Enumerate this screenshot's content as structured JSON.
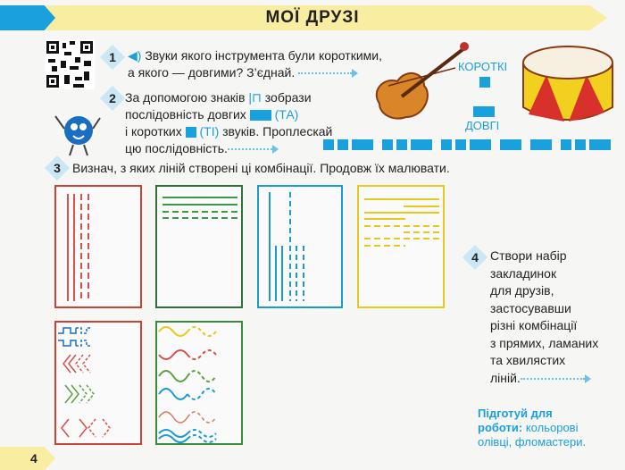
{
  "header": {
    "title": "МОЇ ДРУЗІ"
  },
  "task1": {
    "number": "1",
    "line1": "Звуки якого інструмента були короткими,",
    "line2": "а якого — довгими? З’єднай."
  },
  "labels": {
    "short": "КОРОТКІ",
    "long": "ДОВГІ"
  },
  "task2": {
    "number": "2",
    "l1a": "За допомогою знаків",
    "l1b": "зобрази",
    "l2a": "послідовність довгих",
    "l2b": "(ТА)",
    "l3a": "і коротких",
    "l3b": "(ТІ)",
    "l3c": "звуків. Проплескай",
    "l4": "цю послідовність."
  },
  "sequence": [
    "short",
    "short",
    "long",
    "short",
    "short",
    "long",
    "short",
    "short",
    "long",
    "long",
    "long",
    "short",
    "short",
    "long"
  ],
  "task3": {
    "number": "3",
    "text": "Визнач, з яких ліній створені ці комбінації. Продовж їх малювати."
  },
  "task4": {
    "number": "4",
    "lines": [
      "Створи набір",
      "закладинок",
      "для друзів,",
      "застосувавши",
      "різні комбінації",
      "з прямих, ламаних",
      "та хвилястих",
      "ліній."
    ]
  },
  "prep": {
    "bold1": "Підготуй для",
    "bold2": "роботи:",
    "rest1": "кольорові",
    "rest2": "олівці, фломастери."
  },
  "page_number": "4",
  "colors": {
    "accent": "#1aa0dc",
    "banner": "#f8eda0",
    "red": "#c8443a",
    "green": "#3b8a3e",
    "blue": "#1a9bd0",
    "yellow": "#e8c81c"
  }
}
